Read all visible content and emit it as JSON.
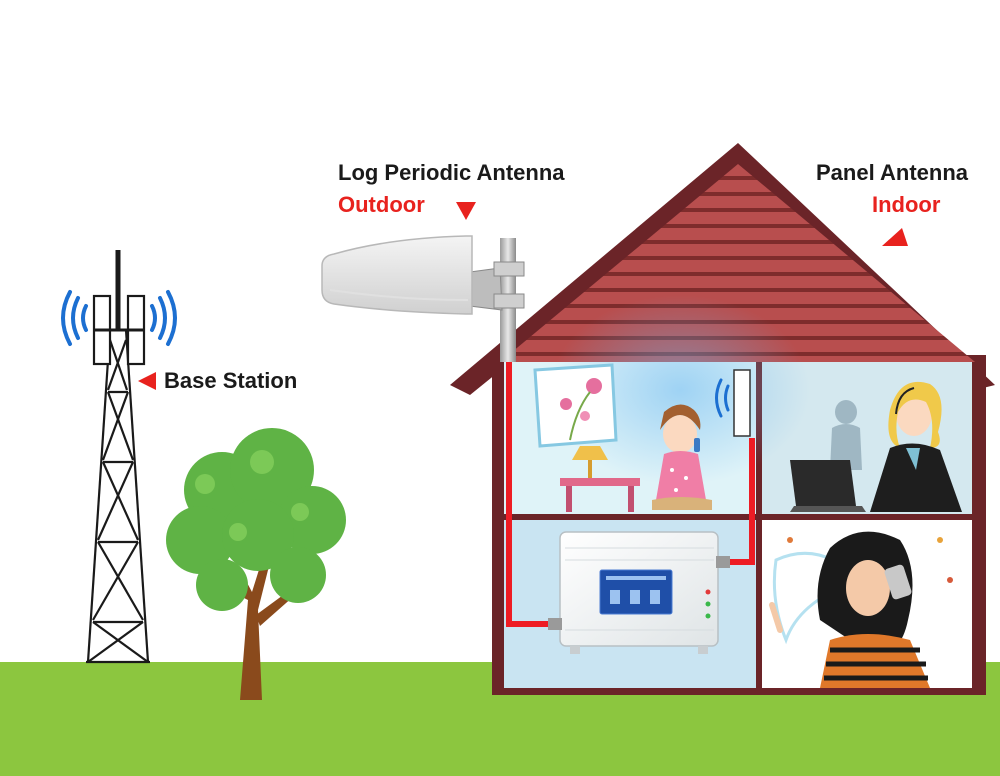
{
  "labels": {
    "log_periodic_antenna": "Log Periodic Antenna",
    "outdoor": "Outdoor",
    "panel_antenna": "Panel Antenna",
    "indoor": "Indoor",
    "base_station": "Base Station"
  },
  "colors": {
    "accent_red": "#e8221e",
    "roof": "#b84e4e",
    "roof_stripe": "#7e2c2c",
    "house_outline": "#6b2428",
    "grass": "#8cc63f",
    "tree_green": "#5fb345",
    "trunk": "#8a4a1c",
    "signal_blue": "#1c6fd1",
    "cable_red": "#ee1c24"
  },
  "icons": [
    "signal-waves-icon",
    "red-triangle-arrow-icon"
  ]
}
